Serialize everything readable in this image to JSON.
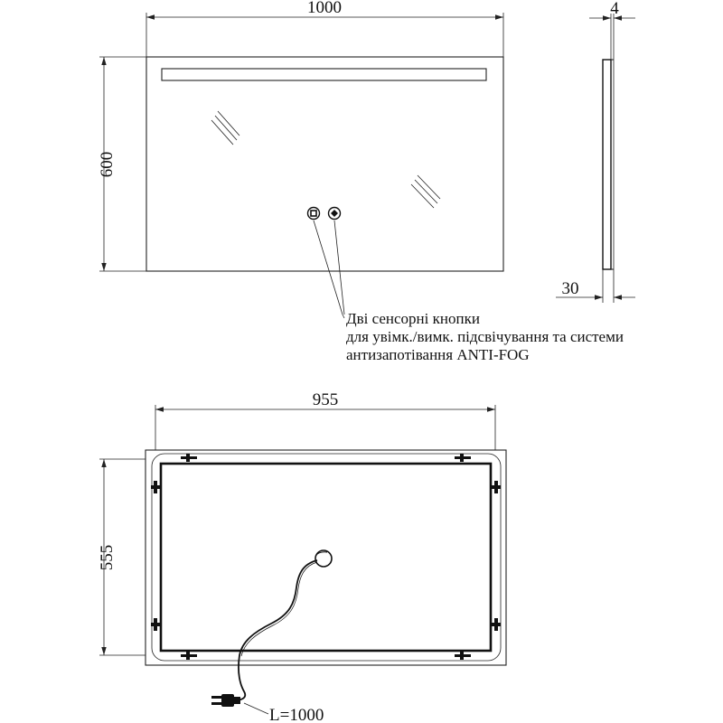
{
  "front_view": {
    "width_label": "1000",
    "height_label": "600"
  },
  "side_view": {
    "depth_label": "4",
    "offset_label": "30"
  },
  "callout": {
    "line1": "Дві сенсорні кнопки",
    "line2": "для увімк./вимк. підсвічування та системи",
    "line3": "антизапотівання ANTI-FOG"
  },
  "back_view": {
    "width_label": "955",
    "height_label": "555",
    "cable_label": "L=1000"
  },
  "icons": [
    "light-button-icon",
    "anti-fog-button-icon",
    "power-plug-icon",
    "mounting-bracket-icon"
  ]
}
